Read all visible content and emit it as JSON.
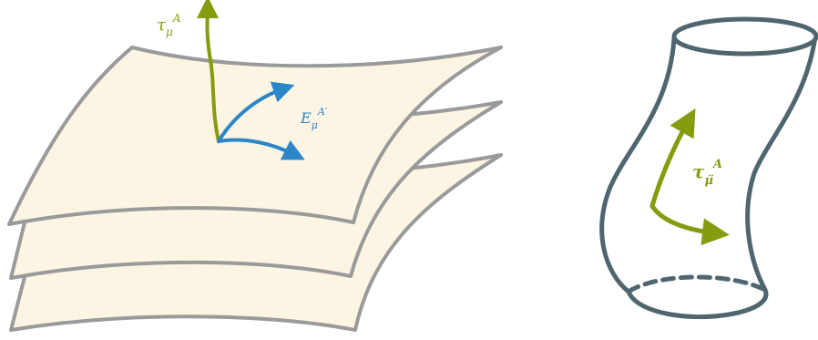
{
  "colors": {
    "sheet_fill": "#fcf5e3",
    "sheet_stroke": "#9a9a9a",
    "tau_arrow": "#869b0e",
    "e_arrow": "#2b87c8",
    "tube_stroke": "#4f6670"
  },
  "left_diagram": {
    "tau_label": {
      "base": "τ",
      "sub": "μ",
      "sup": "A"
    },
    "e_label": {
      "base": "E",
      "sub": "μ",
      "sup": "A′"
    }
  },
  "right_diagram": {
    "tau_label": {
      "base": "τ",
      "sub": "μ̈",
      "sup": "A"
    }
  }
}
